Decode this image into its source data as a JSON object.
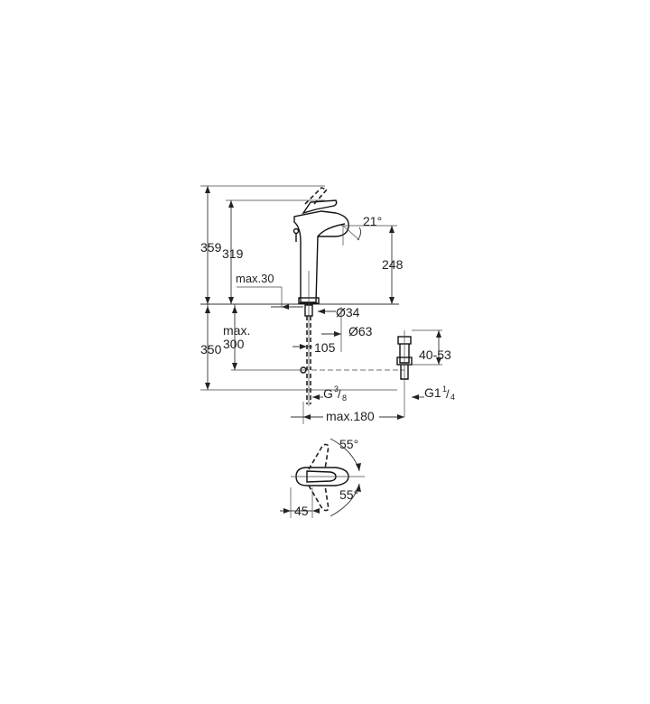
{
  "diagram": {
    "height_total": "359",
    "height_spout": "319",
    "spout_height": "248",
    "spout_angle": "21°",
    "max_deck": "max.30",
    "hole_diameter": "Ø34",
    "rosette_diameter": "Ø63",
    "projection": "105",
    "below_deck": "350",
    "max_300_a": "max.",
    "max_300_b": "300",
    "waste_adjust": "40-53",
    "connection_g": "G",
    "connection_g_num": "3",
    "connection_g_den": "8",
    "waste_thread": "G1",
    "waste_thread_num": "1",
    "waste_thread_den": "4",
    "max_180": "max.180",
    "lever_angle_top": "55°",
    "lever_angle_bottom": "55°",
    "lever_width": "45"
  }
}
